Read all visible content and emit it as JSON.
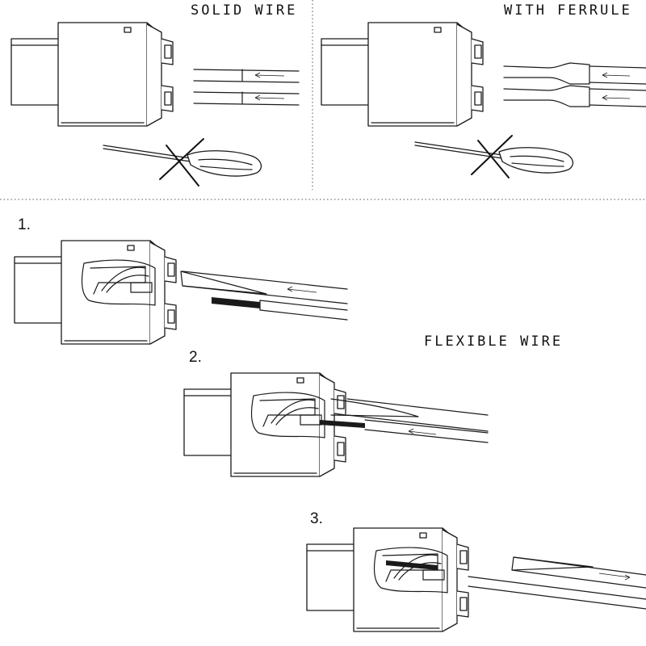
{
  "labels": {
    "solid_wire": "SOLID WIRE",
    "with_ferrule": "WITH FERRULE",
    "flexible_wire": "FLEXIBLE WIRE"
  },
  "steps": {
    "step1": "1.",
    "step2": "2.",
    "step3": "3."
  }
}
